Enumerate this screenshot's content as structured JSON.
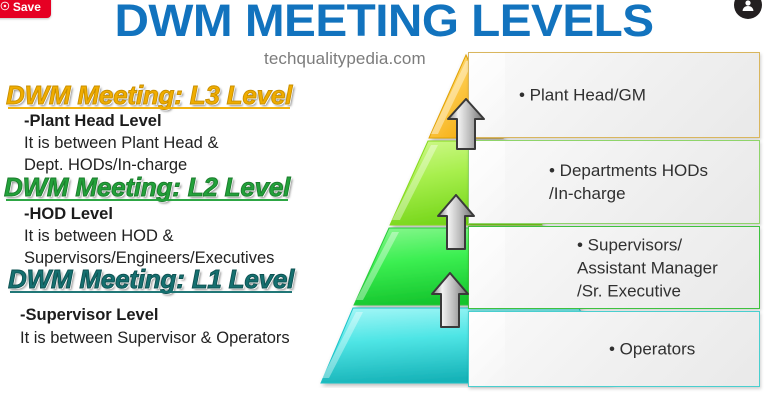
{
  "overlay": {
    "pinterest_save_label": "Save",
    "pinterest_icon": "pinterest-icon",
    "corner_icon": "profile-badge-icon"
  },
  "header": {
    "title": "DWM MEETING LEVELS",
    "title_color": "#1273be",
    "watermark": "techqualitypedia.com"
  },
  "levels": [
    {
      "heading": "DWM Meeting: L3 Level",
      "heading_color": "#f0ad00",
      "subtitle": "-Plant Head Level",
      "body": "It is between Plant Head &\nDept. HODs/In-charge"
    },
    {
      "heading": "DWM Meeting: L2 Level",
      "heading_color": "#22a13a",
      "subtitle": "-HOD Level",
      "body": "It is between HOD &\nSupervisors/Engineers/Executives"
    },
    {
      "heading": "DWM Meeting: L1 Level",
      "heading_color": "#157070",
      "subtitle": "-Supervisor Level",
      "body": "It is between Supervisor & Operators"
    }
  ],
  "chart_data": {
    "type": "pyramid",
    "title": "DWM MEETING LEVELS",
    "levels": [
      {
        "rank": 1,
        "label": "• Plant Head/GM",
        "color": "#f6b914",
        "border_color": "#d9b65e",
        "meeting": "L3"
      },
      {
        "rank": 2,
        "label": "• Departments HODs\n/In-charge",
        "color": "#9de83f",
        "border_color": "#8fd46a",
        "meeting": "L2"
      },
      {
        "rank": 3,
        "label": "• Supervisors/\nAssistant Manager\n/Sr. Executive",
        "color": "#2fe04a",
        "border_color": "#3ec23e",
        "meeting": "L1"
      },
      {
        "rank": 4,
        "label": "• Operators",
        "color": "#45e2e2",
        "border_color": "#49cfcf",
        "meeting": ""
      }
    ],
    "arrows": [
      {
        "name": "escalation-arrow-top",
        "direction": "up"
      },
      {
        "name": "escalation-arrow-middle",
        "direction": "up"
      },
      {
        "name": "escalation-arrow-bottom",
        "direction": "up"
      }
    ],
    "legend": [],
    "annotations": [
      "techqualitypedia.com"
    ]
  }
}
